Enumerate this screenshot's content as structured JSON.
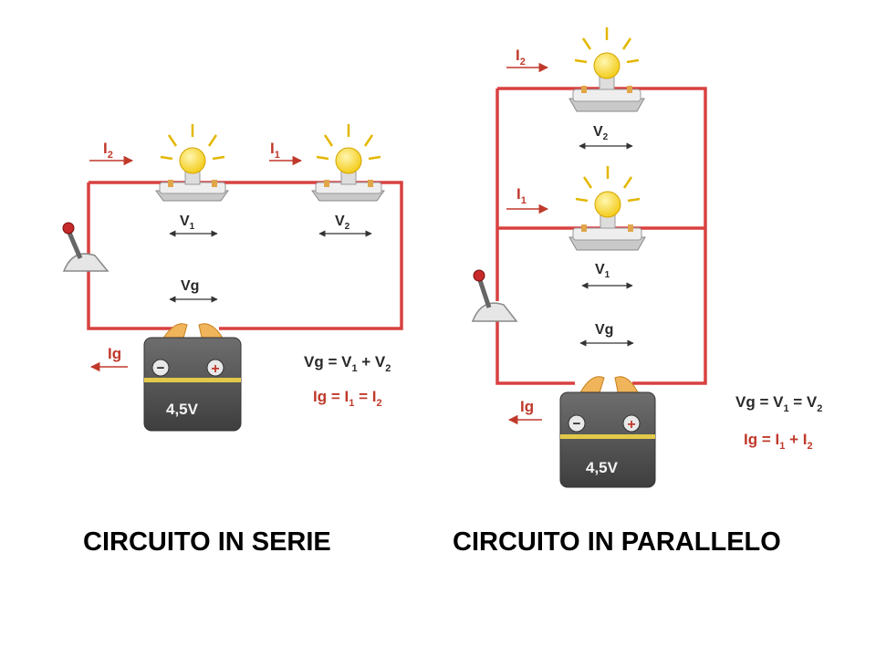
{
  "series": {
    "caption": "CIRCUITO IN SERIE",
    "current_total": {
      "main": "Ig",
      "sub": ""
    },
    "current_1": {
      "main": "I",
      "sub": "2"
    },
    "current_2": {
      "main": "I",
      "sub": "1"
    },
    "voltage_1": {
      "main": "V",
      "sub": "1"
    },
    "voltage_2": {
      "main": "V",
      "sub": "2"
    },
    "voltage_gen": "Vg",
    "battery_label": "4,5V",
    "equation_voltage": {
      "lhs": "Vg = V",
      "sub_a": "1",
      "mid": " + V",
      "sub_b": "2"
    },
    "equation_current": {
      "lhs": "Ig = I",
      "sub_a": "1",
      "mid": " = I",
      "sub_b": "2"
    }
  },
  "parallel": {
    "caption": "CIRCUITO IN PARALLELO",
    "current_total": {
      "main": "Ig",
      "sub": ""
    },
    "current_top": {
      "main": "I",
      "sub": "2"
    },
    "current_mid": {
      "main": "I",
      "sub": "1"
    },
    "voltage_top": {
      "main": "V",
      "sub": "2"
    },
    "voltage_mid": {
      "main": "V",
      "sub": "1"
    },
    "voltage_gen": "Vg",
    "battery_label": "4,5V",
    "equation_voltage": {
      "lhs": "Vg = V",
      "sub_a": "1",
      "mid": " = V",
      "sub_b": "2"
    },
    "equation_current": {
      "lhs": "Ig = I",
      "sub_a": "1",
      "mid": " + I",
      "sub_b": "2"
    }
  },
  "colors": {
    "wire": "#d94040",
    "current_text": "#c0392b",
    "voltage_text": "#2a2a2a",
    "bulb": "#f7d31a",
    "battery_body": "#555555",
    "battery_stripe": "#e3c94a"
  }
}
